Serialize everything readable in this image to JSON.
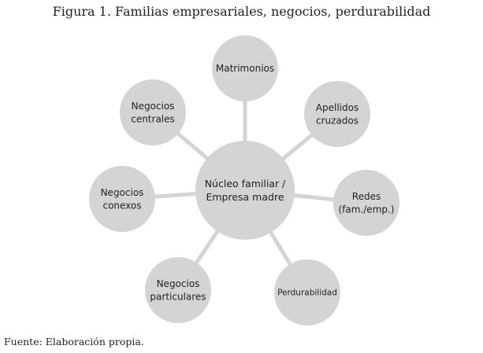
{
  "title": "Figura 1. Familias empresariales, negocios, perdurabilidad",
  "center": [
    "Núcleo familiar /",
    "Empresa madre"
  ],
  "nodes": [
    {
      "lines": [
        "Matrimonios"
      ]
    },
    {
      "lines": [
        "Apellidos",
        "cruzados"
      ]
    },
    {
      "lines": [
        "Redes",
        "(fam./emp.)"
      ]
    },
    {
      "lines": [
        "Perdurabilidad"
      ]
    },
    {
      "lines": [
        "Negocios",
        "particulares"
      ]
    },
    {
      "lines": [
        "Negocios",
        "conexos"
      ]
    },
    {
      "lines": [
        "Negocios",
        "centrales"
      ]
    }
  ],
  "source": "Fuente: Elaboración propia.",
  "colors": {
    "circle": "#d4d4d5",
    "line": "#d4d4d5"
  }
}
